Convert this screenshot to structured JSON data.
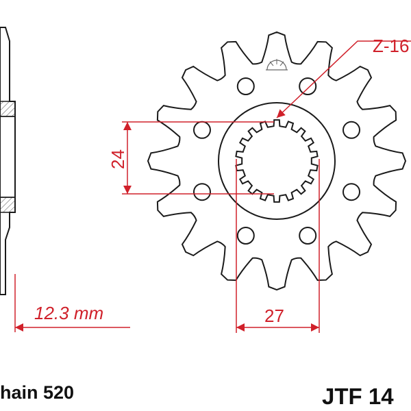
{
  "diagram": {
    "z_label": "Z-16",
    "teeth": 16,
    "dim_spline_height": "24",
    "dim_spline_width": "27",
    "dim_offset": "12.3 mm",
    "chain_label": "hain 520",
    "part_label": "JTF 14",
    "colors": {
      "dimension": "#d0202a",
      "outline": "#1a1a1a",
      "hatch": "#888888"
    }
  }
}
